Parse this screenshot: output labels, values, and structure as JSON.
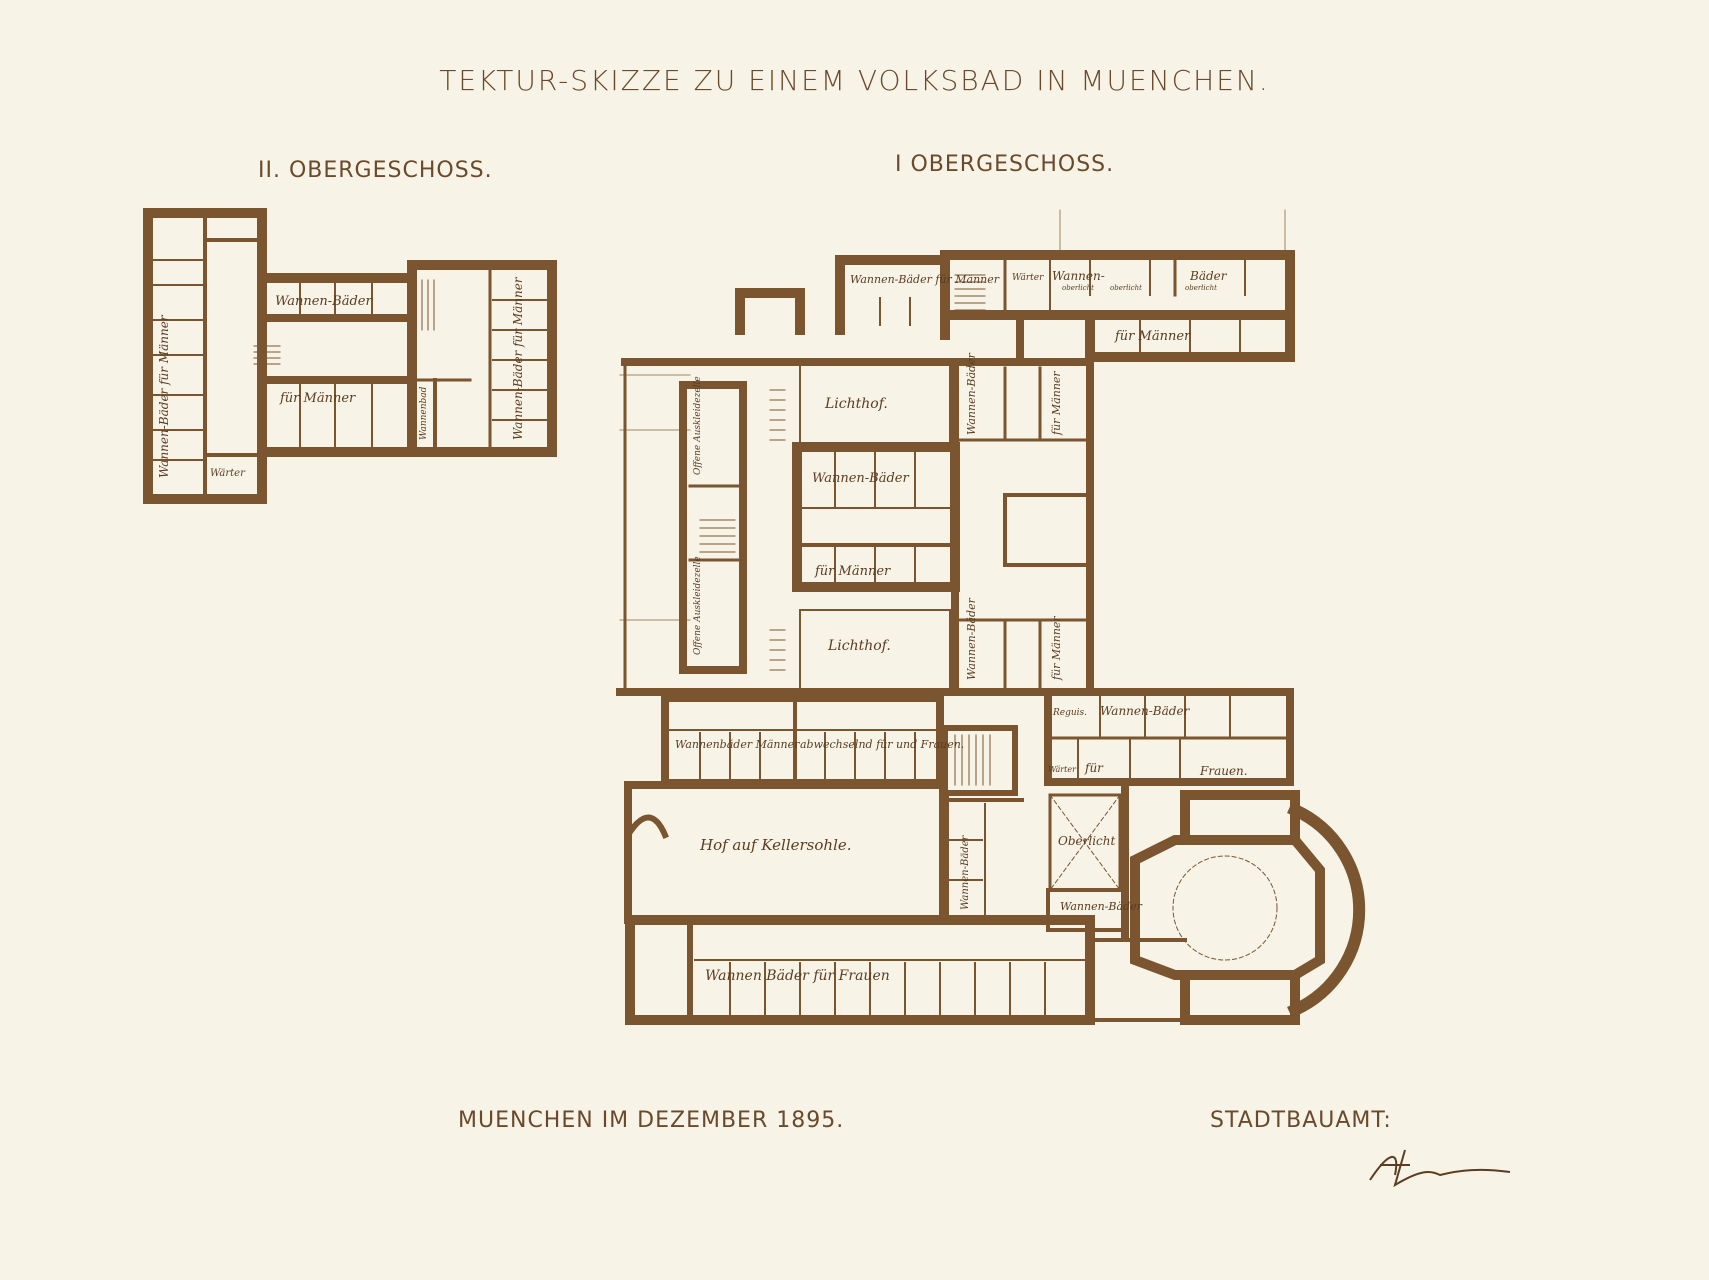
{
  "title": "TEKTUR-SKIZZE ZU EINEM VOLKSBAD IN MUENCHEN.",
  "floors": {
    "second": {
      "label": "II. OBERGESCHOSS."
    },
    "first": {
      "label": "I OBERGESCHOSS."
    }
  },
  "rooms": {
    "ii_wannen_baeder": "Wannen-Bäder",
    "ii_fuer_maenner": "für Männer",
    "ii_left_vertical": "Wannen-Bäder für Männer",
    "ii_right_vertical": "Wannen-Bäder für Männer",
    "ii_waerter": "Wärter",
    "ii_wannenbad": "Wannenbad",
    "i_top_wannen": "Wannen-Bäder für Männer",
    "i_top_waerter": "Wärter",
    "i_top_wannen_oberlicht": "Wannen-",
    "i_top_oberlicht_a": "oberlicht",
    "i_top_oberlicht_b": "oberlicht",
    "i_top_baeder": "Bäder",
    "i_top_baeder_sub": "oberlicht",
    "i_fuer_maenner_top": "für Männer",
    "i_lichthof_1": "Lichthof.",
    "i_wannen_baeder": "Wannen-Bäder",
    "i_fuer_maenner_mid": "für Männer",
    "i_lichthof_2": "Lichthof.",
    "i_vertical_1": "Wannen-Bäder",
    "i_vertical_2": "für Männer",
    "i_vertical_3": "Wannen-Bäder",
    "i_vertical_4": "für Männer",
    "i_reguis": "Reguis.",
    "i_wannen_baeder_2": "Wannen-Bäder",
    "i_fuer": "für",
    "i_frauen": "Frauen.",
    "i_waerter_2": "Wärter",
    "i_wannenbaeder_maenner": "Wannenbäder Männer",
    "i_abwechselnd": "abwechselnd für und Frauen.",
    "i_hof": "Hof auf Kellersohle.",
    "i_wannen_baeder_v": "Wannen-Bäder",
    "i_oberlicht": "Oberlicht",
    "i_wannen_baeder_3": "Wannen-Bäder",
    "i_bottom": "Wannen Bäder für Frauen",
    "i_offene": "Offene Auskleidezelle",
    "i_offene_2": "Offene Auskleidezelle"
  },
  "footer": {
    "date": "MUENCHEN IM DEZEMBER 1895.",
    "office": "STADTBAUAMT:",
    "signature": "Hocheder"
  },
  "colors": {
    "paper": "#f7f3e6",
    "ink": "#7a5530",
    "text": "#6b4a2c"
  }
}
